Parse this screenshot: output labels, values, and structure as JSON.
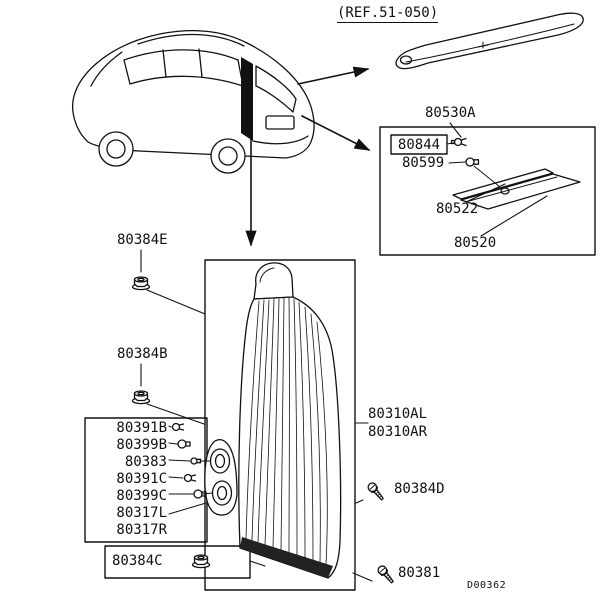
{
  "ref_label": "(REF.51-050)",
  "diagram_code": "D00362",
  "rear_garnish": {
    "group_label": "80530A",
    "socket": "80844",
    "bulb": "80599",
    "packing": "80522",
    "lens": "80520"
  },
  "tail_lamp": {
    "assembly_l": "80310AL",
    "assembly_r": "80310AR"
  },
  "bulb_parts": [
    "80391B",
    "80399B",
    "80383",
    "80391C",
    "80399C",
    "80317L",
    "80317R"
  ],
  "fasteners": {
    "nut_top": "80384E",
    "nut_mid": "80384B",
    "nut_bottom": "80384C",
    "screw_side": "80384D",
    "screw_corner": "80381"
  }
}
